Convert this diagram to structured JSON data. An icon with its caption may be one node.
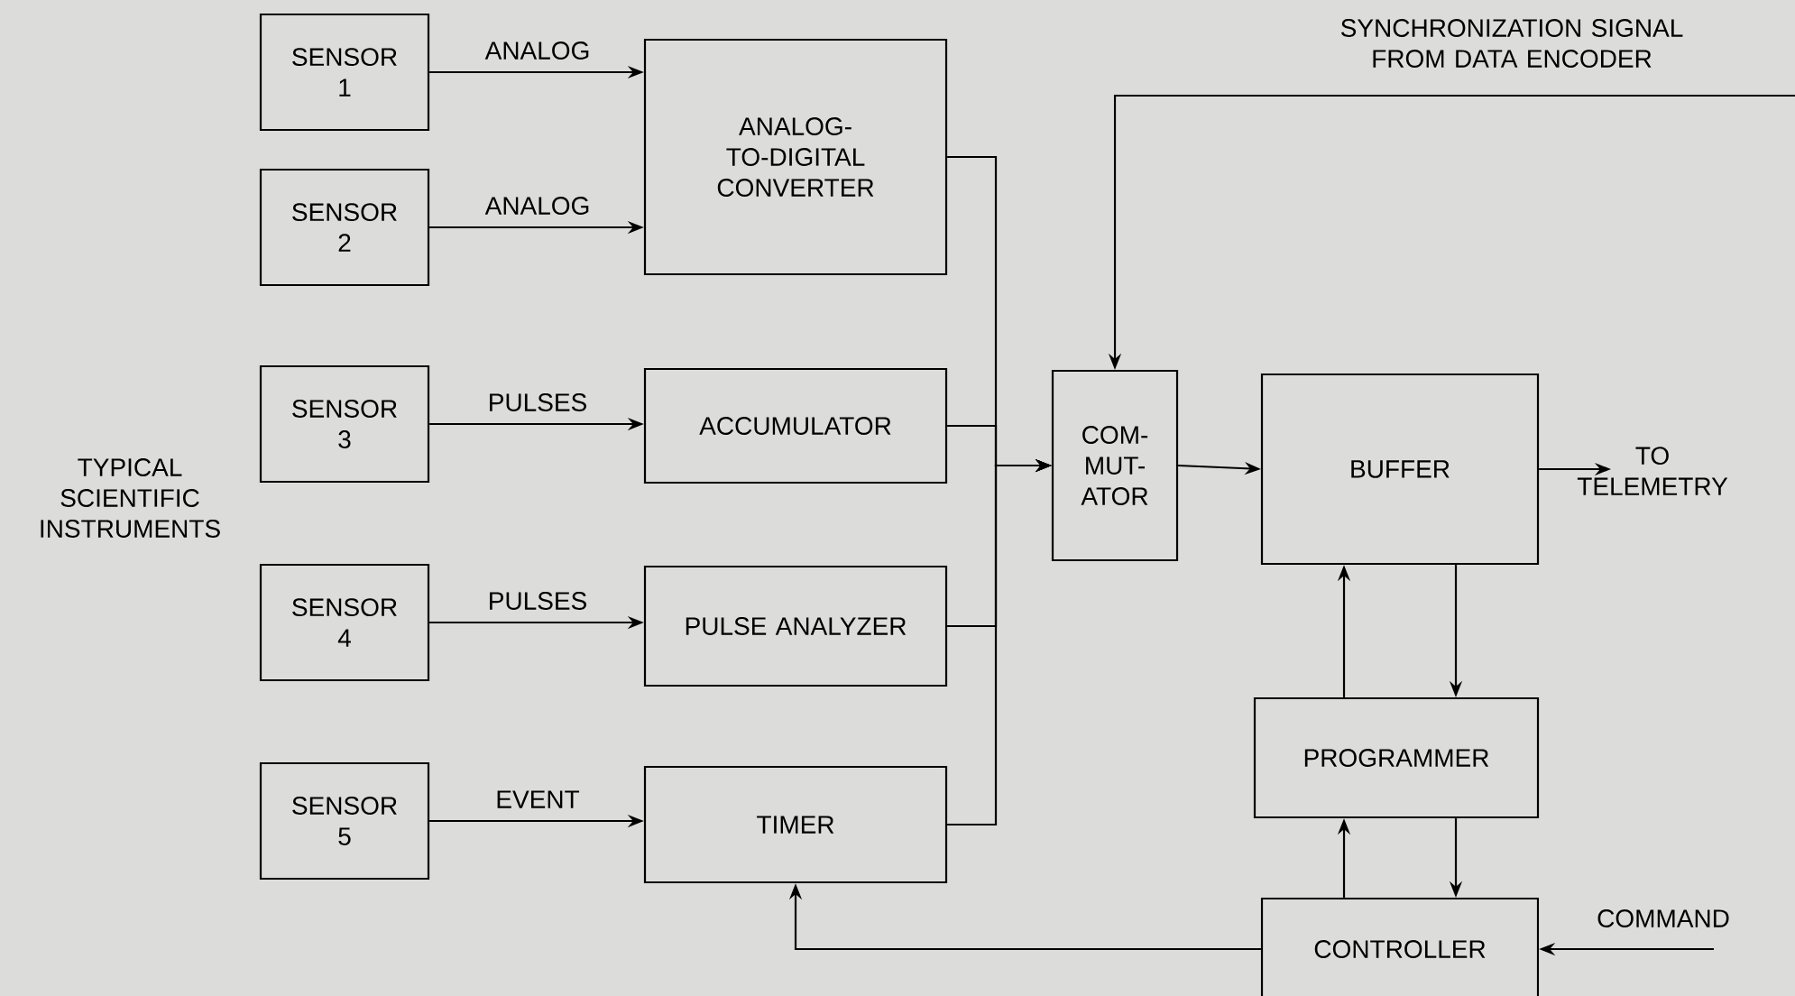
{
  "diagram": {
    "nodes": [
      {
        "text": [
          "SENSOR 1"
        ]
      },
      {
        "text": [
          "SENSOR 2"
        ]
      },
      {
        "text": [
          "SENSOR 3"
        ]
      },
      {
        "text": [
          "SENSOR 4"
        ]
      },
      {
        "text": [
          "SENSOR 5"
        ]
      },
      {
        "text": [
          "ANALOG-TO-DIGITAL CONVERTER"
        ]
      },
      {
        "text": [
          "ACCUMULATOR"
        ]
      },
      {
        "text": [
          "PULSE ANALYZER"
        ]
      },
      {
        "text": [
          "TIMER"
        ]
      },
      {
        "text": [
          "COM- MUT- ATOR"
        ]
      },
      {
        "text": [
          "BUFFER"
        ]
      },
      {
        "text": [
          "PROGRAMMER"
        ]
      },
      {
        "text": [
          "CONTROLLER"
        ]
      }
    ],
    "edges": [
      {
        "from": 0,
        "to": 5,
        "arrow": "to",
        "label": "ANALOG"
      },
      {
        "from": 1,
        "to": 5,
        "arrow": "to",
        "label": "ANALOG"
      },
      {
        "from": 2,
        "to": 6,
        "arrow": "to",
        "label": "PULSES"
      },
      {
        "from": 3,
        "to": 7,
        "arrow": "to",
        "label": "PULSES"
      },
      {
        "from": 4,
        "to": 8,
        "arrow": "to",
        "label": "EVENT"
      },
      {
        "from": 5,
        "to": 9,
        "arrow": "to"
      },
      {
        "from": 6,
        "to": 9,
        "arrow": "to"
      },
      {
        "from": 7,
        "to": 9,
        "arrow": "to"
      },
      {
        "from": 8,
        "to": 9,
        "arrow": "to"
      },
      {
        "from": null,
        "to": 9,
        "arrow": "to",
        "label": "SYNCHRONIZATION SIGNAL FROM DATA ENCODER"
      },
      {
        "from": 9,
        "to": 10,
        "arrow": "to"
      },
      {
        "from": 10,
        "to": null,
        "arrow": "to",
        "label": "TO TELEMETRY"
      },
      {
        "from": 11,
        "to": 10,
        "arrow": "to"
      },
      {
        "from": 10,
        "to": 11,
        "arrow": "to"
      },
      {
        "from": 12,
        "to": 11,
        "arrow": "to"
      },
      {
        "from": 11,
        "to": 12,
        "arrow": "to"
      },
      {
        "from": 12,
        "to": 8,
        "arrow": "to"
      },
      {
        "from": null,
        "to": 12,
        "arrow": "to",
        "label": "COMMAND"
      }
    ],
    "labels": [
      "TYPICAL SCIENTIFIC INSTRUMENTS"
    ]
  }
}
